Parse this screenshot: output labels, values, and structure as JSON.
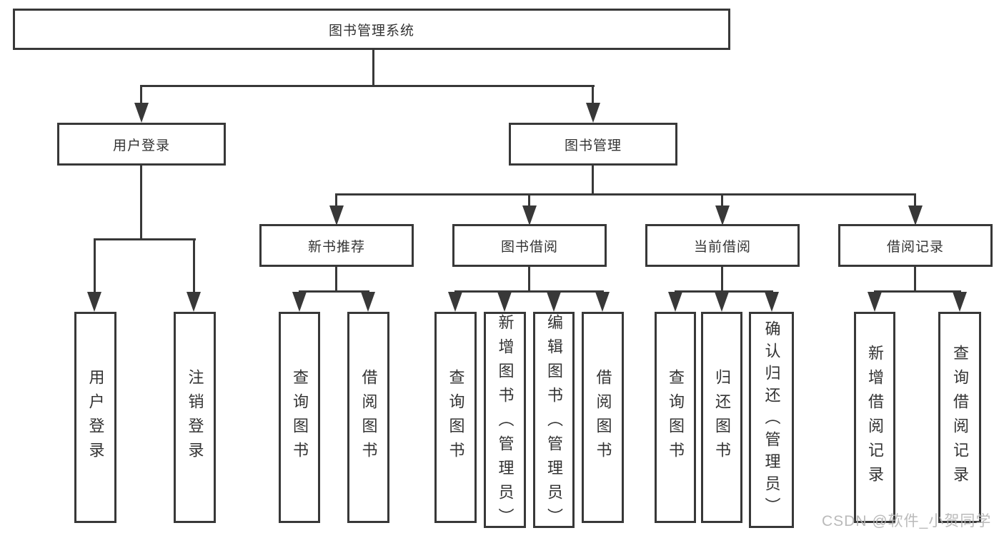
{
  "diagram": {
    "root": "图书管理系统",
    "level2": [
      "用户登录",
      "图书管理"
    ],
    "level3": [
      "新书推荐",
      "图书借阅",
      "当前借阅",
      "借阅记录"
    ],
    "leaves": {
      "user_login": [
        "用户登录",
        "注销登录"
      ],
      "new_books": [
        "查询图书",
        "借阅图书"
      ],
      "book_borrow": [
        "查询图书",
        "新增图书（管理员）",
        "编辑图书（管理员）",
        "借阅图书"
      ],
      "current_borrow": [
        "查询图书",
        "归还图书",
        "确认归还（管理员）"
      ],
      "borrow_records": [
        "新增借阅记录",
        "查询借阅记录"
      ]
    }
  },
  "watermark": "CSDN @软件_小贺同学",
  "colors": {
    "line": "#383838",
    "box_border": "#383838",
    "text": "#333333",
    "watermark": "#b5b5b5",
    "background": "#ffffff"
  }
}
